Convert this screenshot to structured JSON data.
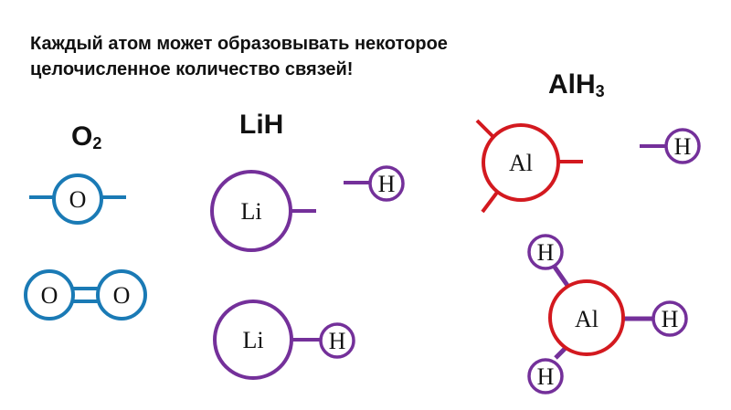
{
  "title": {
    "line1": "Каждый атом может образовывать некоторое",
    "line2": "целочисленное количество связей!"
  },
  "labels": {
    "o2_main": "O",
    "o2_sub": "2",
    "lih": "LiH",
    "alh3_main": "AlH",
    "alh3_sub": "3"
  },
  "atoms": {
    "oxygen": "O",
    "lithium": "Li",
    "hydrogen": "H",
    "aluminum": "Al"
  },
  "colors": {
    "oxygen": "#1a7ab5",
    "lithium": "#74309a",
    "hydrogen": "#74309a",
    "aluminum": "#d3191f",
    "text": "#111111"
  }
}
